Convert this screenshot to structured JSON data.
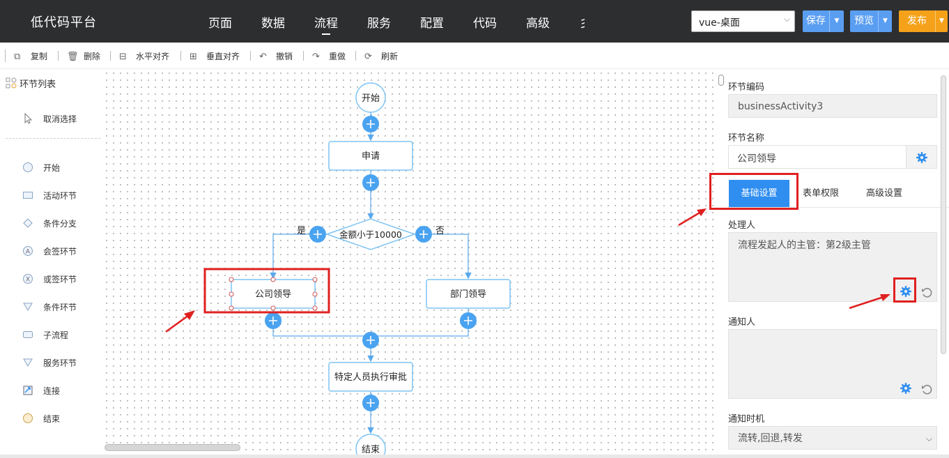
{
  "app": {
    "title": "低代码平台"
  },
  "nav": {
    "items": [
      {
        "label": "页面"
      },
      {
        "label": "数据"
      },
      {
        "label": "流程",
        "active": true
      },
      {
        "label": "服务"
      },
      {
        "label": "配置"
      },
      {
        "label": "代码"
      },
      {
        "label": "高级"
      },
      {
        "label": "彡"
      }
    ],
    "env_select": "vue-桌面",
    "save": "保存",
    "preview": "预览",
    "publish": "发布"
  },
  "colors": {
    "primary": "#2f8ef0",
    "topbar": "#2d2e30",
    "publish": "#f5a21a",
    "highlight": "#e02020",
    "node_border": "#7ec4f4"
  },
  "toolbar": {
    "items": [
      {
        "label": "复制",
        "icon": "copy-icon"
      },
      {
        "label": "删除",
        "icon": "trash-icon"
      },
      {
        "label": "水平对齐",
        "icon": "align-horizontal-icon"
      },
      {
        "label": "垂直对齐",
        "icon": "align-vertical-icon"
      },
      {
        "label": "撤销",
        "icon": "undo-icon"
      },
      {
        "label": "重做",
        "icon": "redo-icon"
      },
      {
        "label": "刷新",
        "icon": "refresh-icon"
      }
    ]
  },
  "left_panel": {
    "title": "环节列表",
    "cancel": "取消选择",
    "items": [
      {
        "label": "开始",
        "icon": "circle-icon"
      },
      {
        "label": "活动环节",
        "icon": "rectangle-icon"
      },
      {
        "label": "条件分支",
        "icon": "diamond-icon"
      },
      {
        "label": "会签环节",
        "icon": "countersign-icon"
      },
      {
        "label": "或签环节",
        "icon": "or-sign-icon"
      },
      {
        "label": "条件环节",
        "icon": "triangle-icon"
      },
      {
        "label": "子流程",
        "icon": "subprocess-icon"
      },
      {
        "label": "服务环节",
        "icon": "service-icon"
      },
      {
        "label": "连接",
        "icon": "connect-icon"
      },
      {
        "label": "结束",
        "icon": "end-circle-icon"
      }
    ]
  },
  "flow": {
    "start": "开始",
    "apply": "申请",
    "condition": "金额小于10000",
    "yes": "是",
    "no": "否",
    "company_leader": "公司领导",
    "dept_leader": "部门领导",
    "approval": "特定人员执行审批",
    "end": "结束"
  },
  "right_panel": {
    "code_label": "环节编码",
    "code_value": "businessActivity3",
    "name_label": "环节名称",
    "name_value": "公司领导",
    "tabs": [
      {
        "label": "基础设置",
        "active": true
      },
      {
        "label": "表单权限"
      },
      {
        "label": "高级设置"
      }
    ],
    "handler_label": "处理人",
    "handler_value": "流程发起人的主管：第2级主管",
    "notify_label": "通知人",
    "notify_value": "",
    "notify_time_label": "通知时机",
    "notify_time_value": "流转,回退,转发"
  }
}
